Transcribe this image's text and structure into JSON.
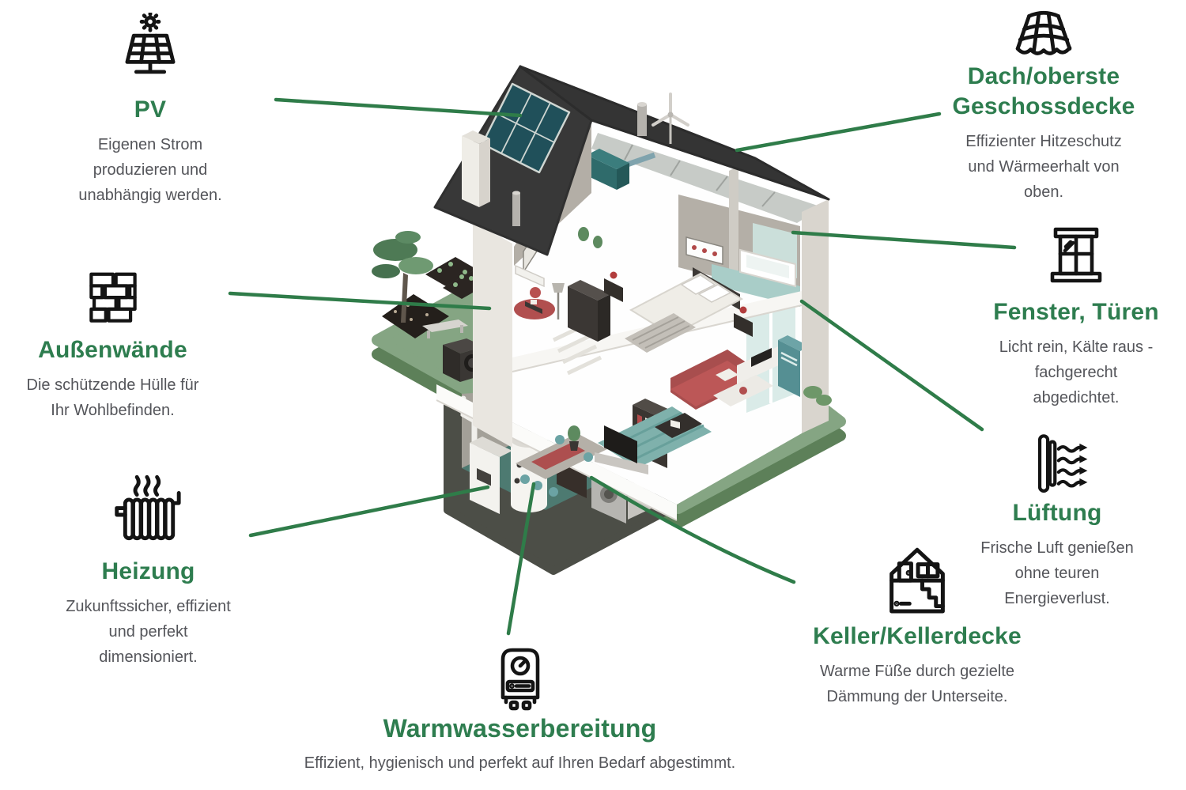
{
  "colors": {
    "accent_green": "#2e7d4f",
    "line_green": "#2f7c49",
    "body_text": "#54555a",
    "roof_dark": "#383838",
    "ground_green": "#85a583",
    "ground_edge_green": "#5d8059",
    "solar_cell_teal": "#20505a",
    "furniture_red": "#bc5757",
    "furniture_teal": "#5f9ea0"
  },
  "sections": {
    "pv": {
      "icon": "solar-panel-icon",
      "title_lines": [
        "PV"
      ],
      "body_lines": [
        "Eigenen Strom",
        "produzieren und",
        "unabhängig werden."
      ]
    },
    "aussenwaende": {
      "icon": "brick-wall-icon",
      "title_lines": [
        "Außenwände"
      ],
      "body_lines": [
        "Die schützende Hülle für",
        "Ihr Wohlbefinden."
      ]
    },
    "heizung": {
      "icon": "radiator-icon",
      "title_lines": [
        "Heizung"
      ],
      "body_lines": [
        "Zukunftssicher, effizient",
        "und perfekt",
        "dimensioniert."
      ]
    },
    "warmwasser": {
      "icon": "water-heater-icon",
      "title_lines": [
        "Warmwasserbereitung"
      ],
      "body_lines": [
        "Effizient, hygienisch und perfekt auf Ihren Bedarf abgestimmt."
      ]
    },
    "dach": {
      "icon": "roof-tiles-icon",
      "title_lines": [
        "Dach/oberste",
        "Geschossdecke"
      ],
      "body_lines": [
        "Effizienter Hitzeschutz",
        "und Wärmeerhalt von",
        "oben."
      ]
    },
    "fenster": {
      "icon": "window-icon",
      "title_lines": [
        "Fenster, Türen"
      ],
      "body_lines": [
        "Licht rein, Kälte raus -",
        "fachgerecht",
        "abgedichtet."
      ]
    },
    "lueftung": {
      "icon": "ventilation-icon",
      "title_lines": [
        "Lüftung"
      ],
      "body_lines": [
        "Frische Luft genießen",
        "ohne teuren",
        "Energieverlust."
      ]
    },
    "keller": {
      "icon": "basement-house-icon",
      "title_lines": [
        "Keller/Kellerdecke"
      ],
      "body_lines": [
        "Warme Füße durch gezielte",
        "Dämmung der Unterseite."
      ]
    }
  },
  "illustration": {
    "name": "isometric-house-cutaway",
    "features": [
      "solar-panel-on-roof",
      "chimney",
      "wind-turbine",
      "attic-ventilation-unit",
      "two-floor-interior",
      "bathroom-tub",
      "kitchen-fridge",
      "basement-boiler",
      "basement-water-tank",
      "washing-machine",
      "garden-tree",
      "heat-pump",
      "bench"
    ]
  }
}
